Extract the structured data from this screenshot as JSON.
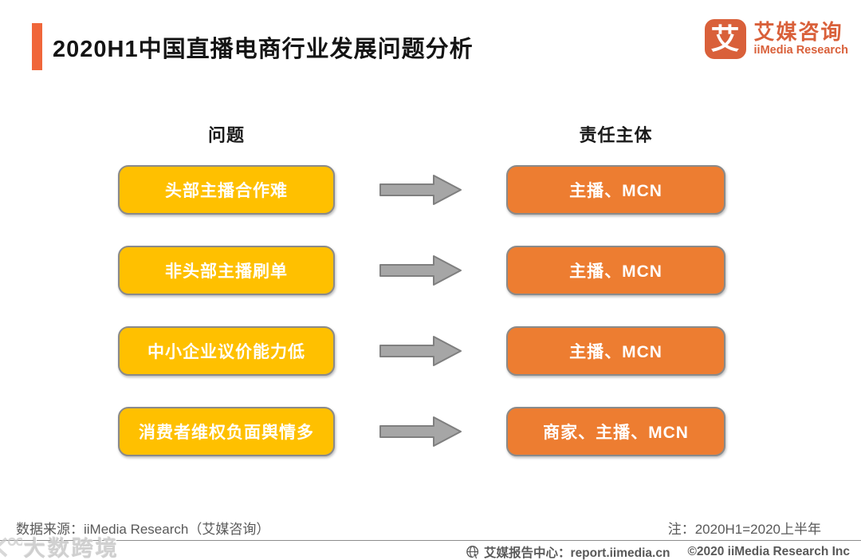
{
  "page": {
    "title": "2020H1中国直播电商行业发展问题分析",
    "accent_color": "#F0663A",
    "background": "#ffffff"
  },
  "logo": {
    "icon_char": "艾",
    "name_cn": "艾媒咨询",
    "name_en": "iiMedia Research",
    "color": "#D9603A"
  },
  "diagram": {
    "left_header": "问题",
    "right_header": "责任主体",
    "rows": [
      {
        "problem": "头部主播合作难",
        "responsible": "主播、MCN"
      },
      {
        "problem": "非头部主播刷单",
        "responsible": "主播、MCN"
      },
      {
        "problem": "中小企业议价能力低",
        "responsible": "主播、MCN"
      },
      {
        "problem": "消费者维权负面舆情多",
        "responsible": "商家、主播、MCN"
      }
    ],
    "colors": {
      "problem_box": "#FFC000",
      "responsible_box": "#ED7D31",
      "box_border": "#8a8a8a",
      "box_text": "#ffffff",
      "arrow_fill": "#A6A6A6",
      "arrow_stroke": "#7F7F7F"
    }
  },
  "footer": {
    "source": "数据来源：iiMedia Research（艾媒咨询）",
    "note": "注：2020H1=2020上半年",
    "report_center": "艾媒报告中心：report.iimedia.cn",
    "copyright": "©2020  iiMedia Research  Inc"
  },
  "watermark": {
    "text": "大数跨境"
  }
}
